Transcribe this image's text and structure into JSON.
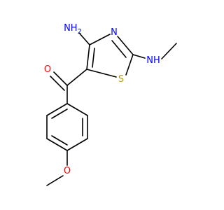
{
  "molecule": {
    "labels": {
      "amino_n": "NH2",
      "ring_n": "N",
      "methylamino_n": "NH",
      "sulfur": "S",
      "carbonyl_o": "O",
      "methoxy_o": "O"
    },
    "colors": {
      "nitrogen": "#0000ff",
      "oxygen": "#ff0000",
      "sulfur": "#b8a000",
      "bond": "#000000"
    }
  }
}
